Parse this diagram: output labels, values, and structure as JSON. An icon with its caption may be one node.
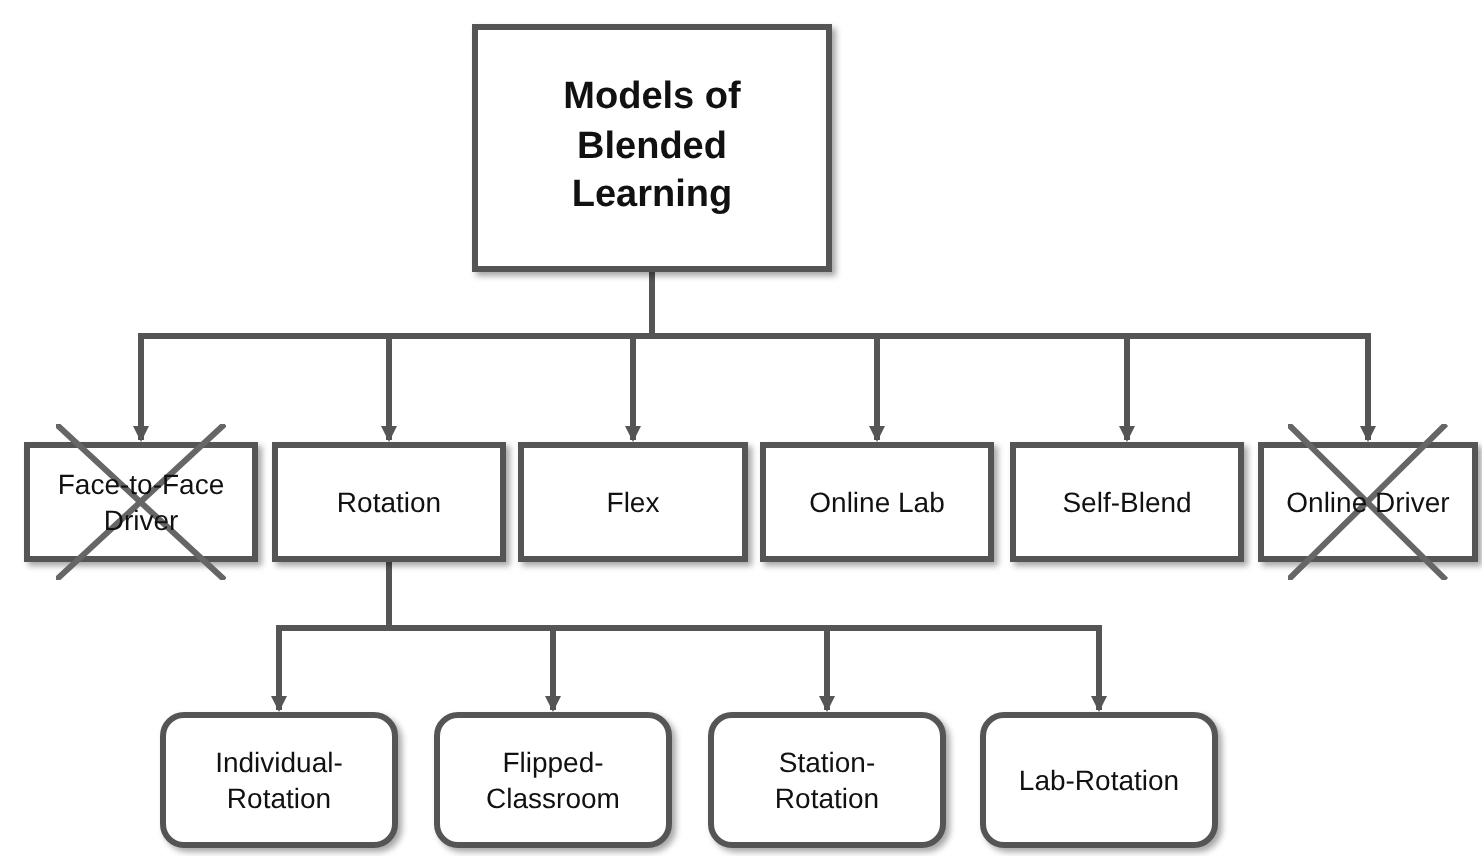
{
  "diagram": {
    "nodes": [
      {
        "text": [
          "Models of Blended Learning"
        ]
      },
      {
        "text": [
          "Face-to-Face Driver"
        ]
      },
      {
        "text": [
          "Rotation"
        ]
      },
      {
        "text": [
          "Flex"
        ]
      },
      {
        "text": [
          "Online Lab"
        ]
      },
      {
        "text": [
          "Self-Blend"
        ]
      },
      {
        "text": [
          "Online Driver"
        ]
      },
      {
        "text": [
          "Individual-Rotation"
        ]
      },
      {
        "text": [
          "Flipped-Classroom"
        ]
      },
      {
        "text": [
          "Station-Rotation"
        ]
      },
      {
        "text": [
          "Lab-Rotation"
        ]
      }
    ],
    "edges": [
      {
        "from": 0,
        "to": 1,
        "arrow": "to"
      },
      {
        "from": 0,
        "to": 2,
        "arrow": "to"
      },
      {
        "from": 0,
        "to": 3,
        "arrow": "to"
      },
      {
        "from": 0,
        "to": 4,
        "arrow": "to"
      },
      {
        "from": 0,
        "to": 5,
        "arrow": "to"
      },
      {
        "from": 0,
        "to": 6,
        "arrow": "to"
      },
      {
        "from": 2,
        "to": 7,
        "arrow": "to"
      },
      {
        "from": 2,
        "to": 8,
        "arrow": "to"
      },
      {
        "from": 2,
        "to": 9,
        "arrow": "to"
      },
      {
        "from": 2,
        "to": 10,
        "arrow": "to"
      }
    ]
  }
}
